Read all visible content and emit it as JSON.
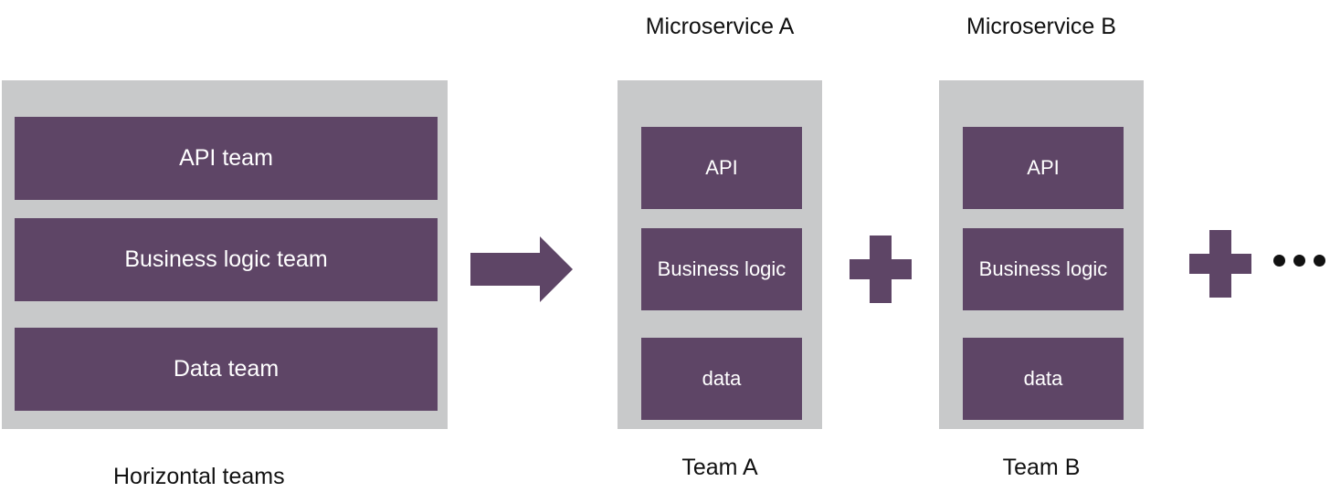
{
  "colors": {
    "panel": "#c8c9ca",
    "layer": "#5e4566",
    "layer_text": "#ffffff",
    "text": "#111111"
  },
  "horizontal": {
    "layers": [
      "API team",
      "Business logic team",
      "Data team"
    ],
    "caption": "Horizontal teams"
  },
  "microservice_a": {
    "title": "Microservice A",
    "layers": [
      "API",
      "Business logic",
      "data"
    ],
    "caption": "Team A"
  },
  "microservice_b": {
    "title": "Microservice B",
    "layers": [
      "API",
      "Business logic",
      "data"
    ],
    "caption": "Team B"
  },
  "connectors": {
    "transform": "arrow-right-icon",
    "combine": "plus-icon",
    "continuation": "ellipsis-icon"
  }
}
